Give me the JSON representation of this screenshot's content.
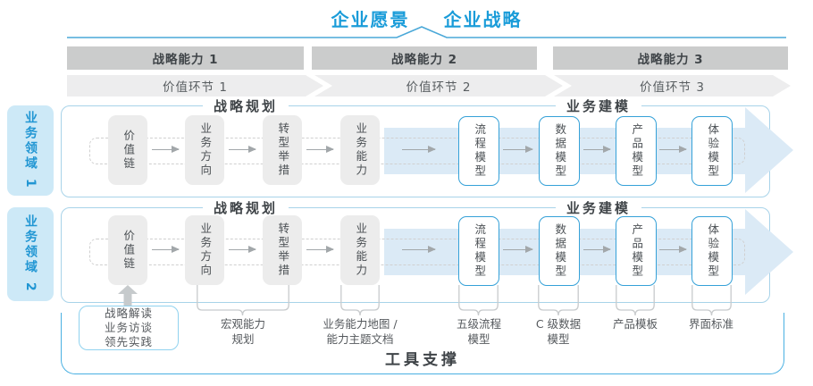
{
  "title": {
    "vision": "企业愿景",
    "strategy": "企业战略"
  },
  "strategic_capabilities": [
    "战略能力 1",
    "战略能力 2",
    "战略能力 3"
  ],
  "value_links": [
    "价值环节 1",
    "价值环节 2",
    "价值环节 3"
  ],
  "business_domains": [
    "业务领域 1",
    "业务领域 2"
  ],
  "row_sections": {
    "planning": "战略规划",
    "modeling": "业务建模"
  },
  "flow_boxes": {
    "gray": [
      "价值链",
      "业务方向",
      "转型举措",
      "业务能力"
    ],
    "blue": [
      "流程模型",
      "数据模型",
      "产品模型",
      "体验模型"
    ]
  },
  "deliverables": {
    "practice_box": "战略解读\n业务访谈\n领先实践",
    "labels": [
      "宏观能力\n规划",
      "业务能力地图 /\n能力主题文档",
      "五级流程\n模型",
      "C 级数据\n模型",
      "产品模板",
      "界面标准"
    ]
  },
  "footer": {
    "tool_support": "工具支撑"
  },
  "colors": {
    "accent_blue": "#1a9cd9",
    "panel_border": "#a8d3e9",
    "bar_gray": "#cbcccc",
    "chevron_gray": "#ededee",
    "domain_bg": "#cde9f7",
    "domain_text": "#2196d3",
    "box_gray": "#ececec",
    "blue_box_border": "#35a1d8",
    "big_arrow_fill": "#dbeaf6",
    "tool_container_border": "#49b0e2"
  }
}
